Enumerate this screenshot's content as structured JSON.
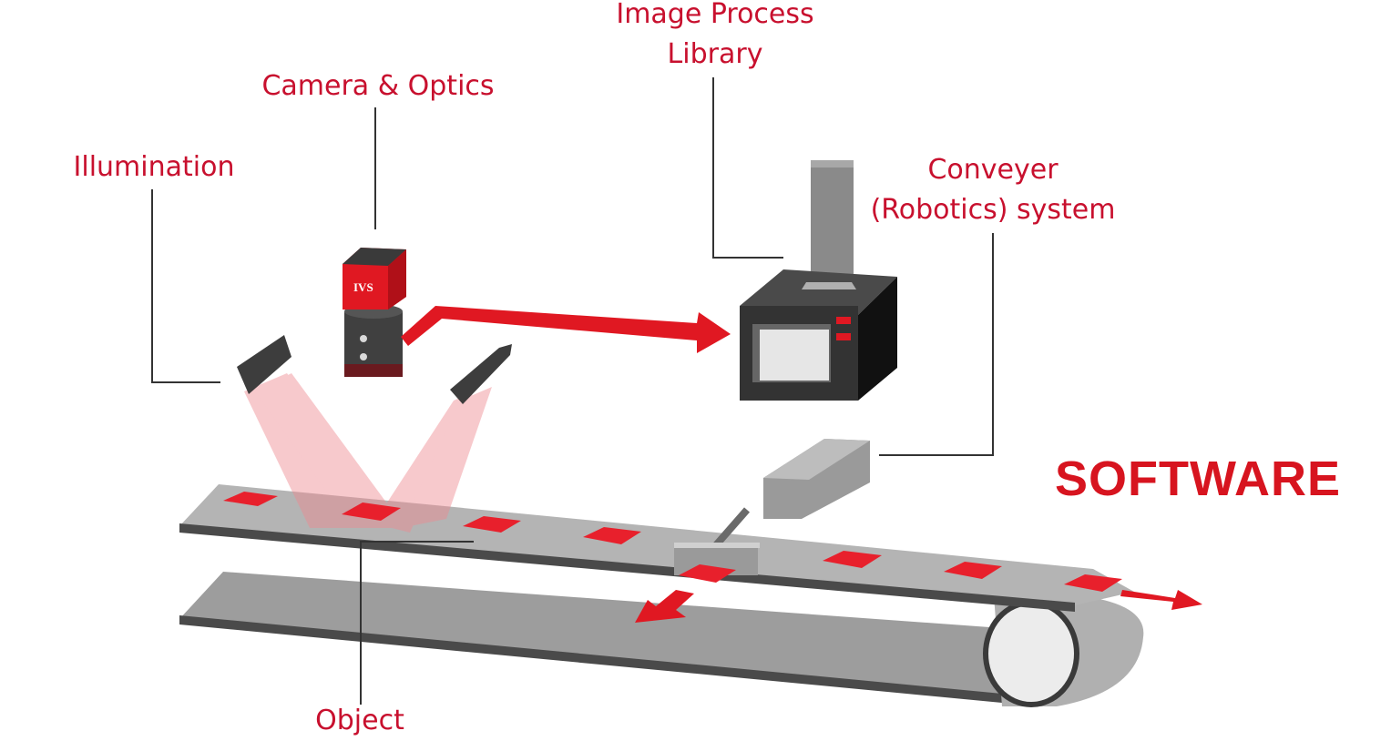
{
  "title": "SOFTWARE",
  "labels": {
    "image_process": [
      "Image Process",
      "Library"
    ],
    "camera": "Camera & Optics",
    "illumination": "Illumination",
    "conveyer": [
      "Conveyer",
      "(Robotics) system"
    ],
    "object": "Object"
  },
  "camera_logo": "IVS",
  "colors": {
    "accent": "#d7141f",
    "label": "#c8102e",
    "dark": "#3a3a3a",
    "belt": "#a6a6a6",
    "light_beam": "#f0a0a6"
  }
}
